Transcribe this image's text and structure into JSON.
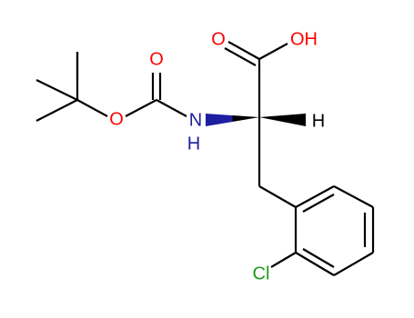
{
  "colors": {
    "bond": "#000000",
    "oxygen": "#ff0000",
    "nitrogen": "#1e1ea0",
    "chlorine": "#1a9a1a",
    "hydrogen": "#000000"
  },
  "atoms": {
    "carbonyl_o_left": "O",
    "ester_o": "O",
    "nitrogen": "N",
    "amide_h": "H",
    "acid_o": "O",
    "hydroxyl": "OH",
    "alpha_h": "H",
    "chlorine": "Cl"
  }
}
